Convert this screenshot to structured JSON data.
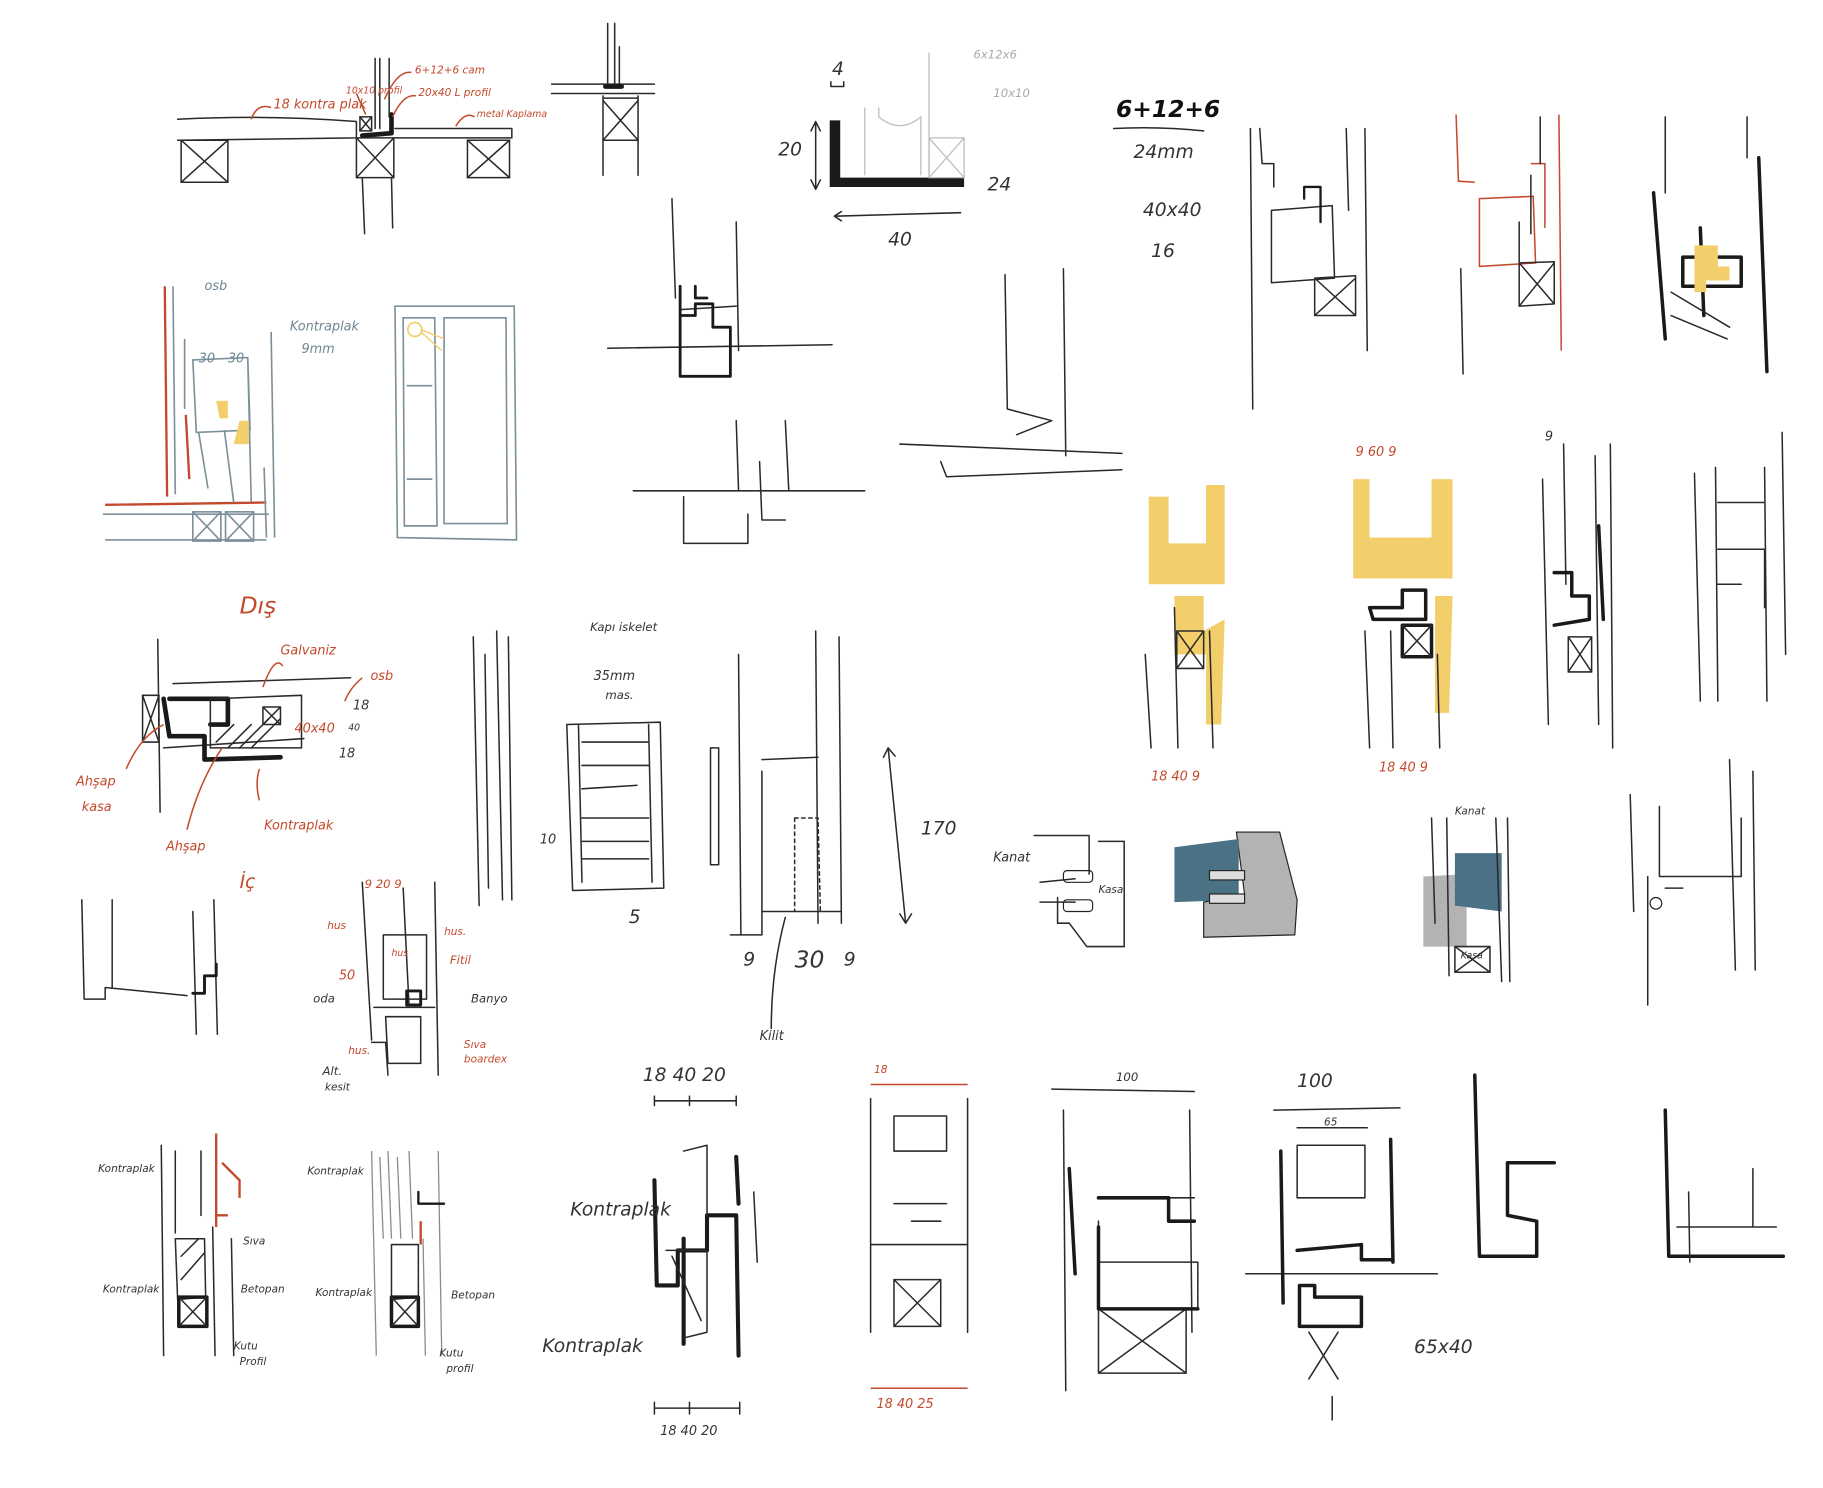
{
  "colors": {
    "ink": "#2a2a2a",
    "red": "#c4492c",
    "blue_gray": "#7d909a",
    "yellow": "#f3cf6b",
    "teal": "#4b7184",
    "gray_fill": "#b3b3b3"
  },
  "sketch_glass_joint": {
    "kontraplak": "18 kontra plak",
    "profil_10": "10x10 profil",
    "cam": "6+12+6 cam",
    "l_profil": "20x40 L profil",
    "metal": "metal Kaplama"
  },
  "sketch_l_profile": {
    "thk": "4",
    "height": "20",
    "right": "24",
    "width": "40",
    "glass": "6x12x6",
    "box": "10x10"
  },
  "notes": {
    "glass": "6+12+6",
    "total": "24mm",
    "profile": "40x40",
    "n16": "16"
  },
  "sketch_osb": {
    "osb": "osb",
    "kontraplak": "Kontraplak",
    "mm": "9mm",
    "d1": "30",
    "d2": "30"
  },
  "sketch_dis": {
    "dis": "Dış",
    "galvaniz": "Galvaniz",
    "osb": "osb",
    "d18a": "18",
    "d40": "40",
    "d18b": "18",
    "profile": "40x40",
    "ahsap_kasa_1": "Ahşap",
    "ahsap_kasa_2": "kasa",
    "ahsap": "Ahşap",
    "kontraplak": "Kontraplak",
    "ic": "İç"
  },
  "sketch_kapi": {
    "title": "Kapı iskelet",
    "mm1": "35mm",
    "mm2": "mas.",
    "d10": "10",
    "d5": "5",
    "d9a": "9",
    "d30": "30",
    "d9b": "9",
    "d170": "170",
    "kilit": "Kilit"
  },
  "sketch_kanat": {
    "kanat": "Kanat",
    "kasa": "Kasa",
    "kanat2": "Kanat",
    "kasa2": "Kasa"
  },
  "sketch_yellow": {
    "top": "9  60  9",
    "bottom1": "18  40  9",
    "bottom2": "18  40  9",
    "nine": "9"
  },
  "sketch_hus": {
    "top": "9  20  9",
    "hus1": "hus",
    "hus2": "hus.",
    "hus3": "hus",
    "fitil": "Fitil",
    "d50": "50",
    "oda": "oda",
    "banyo": "Banyo",
    "hus4": "hus.",
    "siva1": "Sıva",
    "siva2": "boardex",
    "alt1": "Alt.",
    "alt2": "kesit"
  },
  "sketch_bottom": {
    "k1": "Kontraplak",
    "k2": "Kontraplak",
    "siva": "Sıva",
    "betopan": "Betopan",
    "kutu1": "Kutu",
    "kutu2": "Profil",
    "k3": "Kontraplak",
    "k4": "Kontraplak",
    "betopan2": "Betopan",
    "kutu3": "Kutu",
    "kutu4": "profil"
  },
  "sketch_dims": {
    "top": "18  40  20",
    "k1": "Kontraplak",
    "k2": "Kontraplak",
    "bottom": "18  40  20",
    "r18": "18",
    "rbottom": "18   40   25",
    "w100a": "100",
    "w100b": "100",
    "w65": "65",
    "box": "65x40"
  }
}
